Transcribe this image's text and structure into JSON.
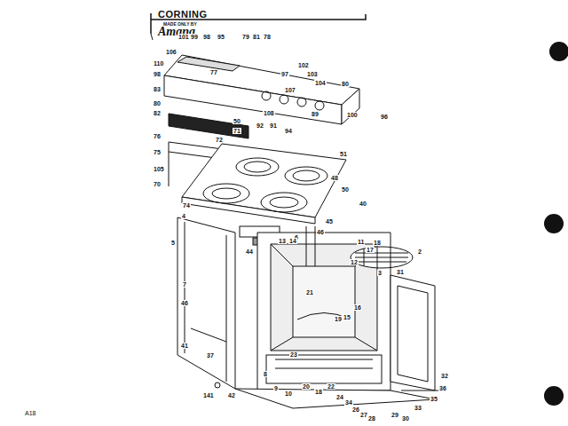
{
  "diagram": {
    "labels": [
      "CORNING",
      "MADE ONLY BY",
      "Amana",
      "101",
      "99",
      "98",
      "95",
      "79",
      "81",
      "78",
      "106",
      "110",
      "98",
      "77",
      "83",
      "80",
      "82",
      "76",
      "75",
      "105",
      "70",
      "74",
      "102",
      "103",
      "97",
      "104",
      "80",
      "107",
      "108",
      "100",
      "96",
      "89",
      "92",
      "91",
      "94",
      "50",
      "71",
      "72",
      "51",
      "48",
      "50",
      "40",
      "4",
      "5",
      "45",
      "46",
      "44",
      "7",
      "46",
      "41",
      "37",
      "141",
      "42",
      "6",
      "13",
      "14",
      "11",
      "12",
      "18",
      "17",
      "2",
      "3",
      "31",
      "21",
      "15",
      "16",
      "19",
      "23",
      "8",
      "9",
      "10",
      "20",
      "18",
      "22",
      "24",
      "34",
      "26",
      "27",
      "28",
      "29",
      "30",
      "33",
      "35",
      "36",
      "32",
      "A18"
    ]
  }
}
